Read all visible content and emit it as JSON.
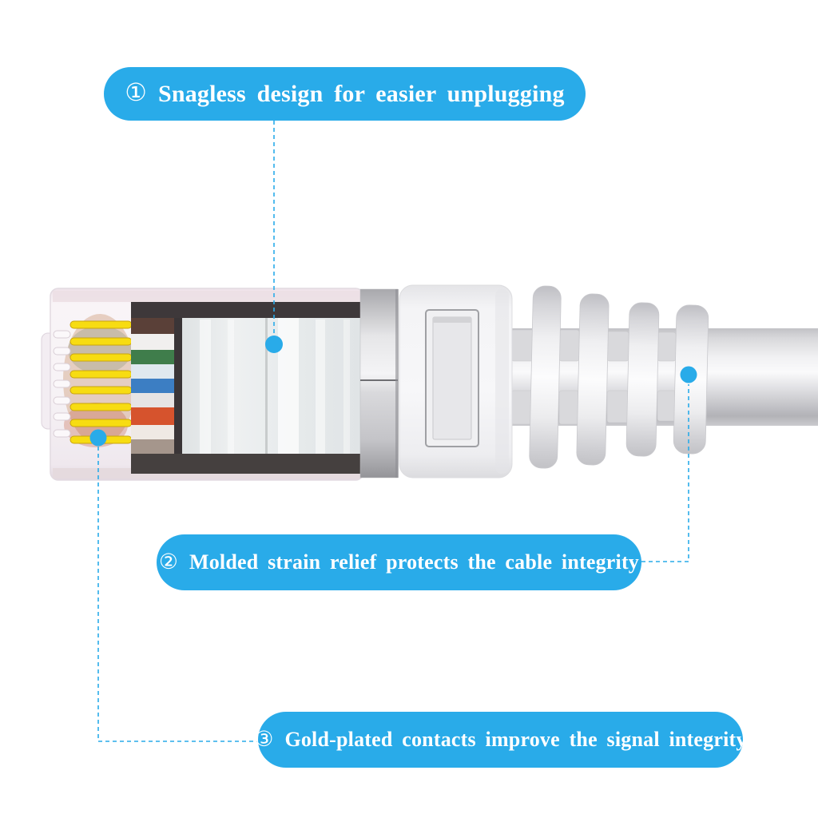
{
  "accent_color": "#29ABE9",
  "callouts": [
    {
      "marker": "①",
      "text": "Snagless design for easier unplugging"
    },
    {
      "marker": "②",
      "text": "Molded strain relief protects the cable integrity"
    },
    {
      "marker": "③",
      "text": "Gold-plated contacts improve the signal integrity"
    }
  ],
  "illustration": {
    "subject": "white snagless RJ45 ethernet cable connector",
    "pin_color": "#F7DC12",
    "pin_count": 8,
    "wire_colors": [
      "#5A4038",
      "#F1EFEE",
      "#3F7D4B",
      "#DFE8EF",
      "#3C7EC3",
      "#E6E4E4",
      "#D6532D",
      "#EFE9E4",
      "#A5968C"
    ],
    "parts": [
      "rj45-plug",
      "gold-contacts",
      "wire-stack",
      "metal-collar",
      "strain-relief-boot",
      "strain-relief-fins",
      "cable"
    ]
  }
}
